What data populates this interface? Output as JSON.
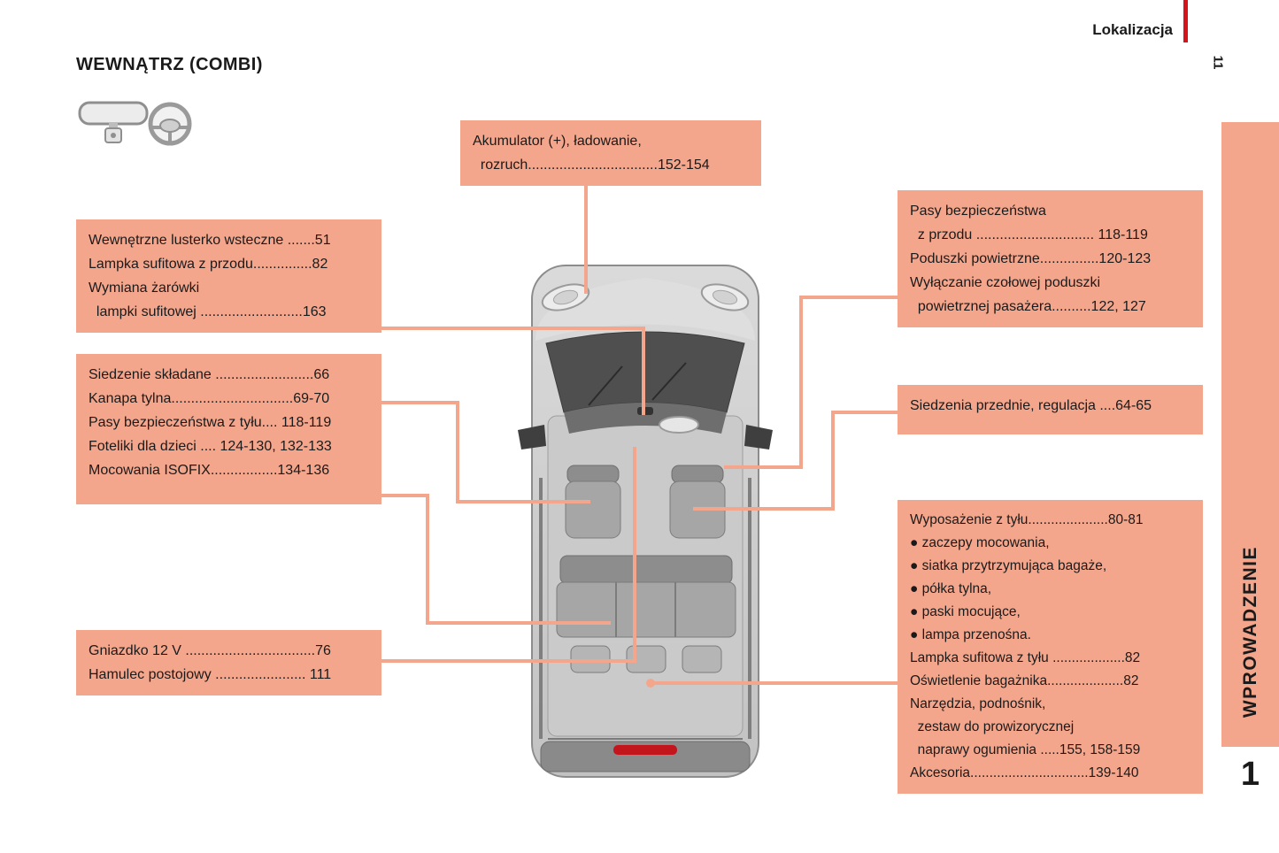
{
  "page": {
    "header_label": "Lokalizacja",
    "page_number": "11",
    "title": "WEWNĄTRZ (COMBI)",
    "chapter_tab": "WPROWADZENIE",
    "chapter_number": "1"
  },
  "colors": {
    "accent_salmon": "#f4a68c",
    "header_red": "#d8131c",
    "tail_light_red": "#c3161c",
    "text": "#1a1a1a"
  },
  "icons": {
    "mirror_icon": "rear-view-mirror",
    "wheel_icon": "steering-wheel"
  },
  "callouts": {
    "battery": {
      "lines": [
        "Akumulator (+), ładowanie,",
        "  rozruch.................................152-154"
      ]
    },
    "front_ceiling": {
      "lines": [
        "Wewnętrzne lusterko wsteczne .......51",
        "Lampka sufitowa z przodu...............82",
        "Wymiana żarówki",
        "  lampki sufitowej ..........................163"
      ]
    },
    "folding_seats": {
      "lines": [
        "Siedzenie składane .........................66",
        "Kanapa tylna...............................69-70",
        "Pasy bezpieczeństwa z tyłu.... 118-119",
        "Foteliki dla dzieci .... 124-130, 132-133",
        "Mocowania ISOFIX.................134-136"
      ]
    },
    "power_socket": {
      "lines": [
        "Gniazdko 12 V .................................76",
        "Hamulec postojowy ....................... 111"
      ]
    },
    "front_safety": {
      "lines": [
        "Pasy bezpieczeństwa",
        "  z przodu .............................. 118-119",
        "Poduszki powietrzne...............120-123",
        "Wyłączanie czołowej poduszki",
        "  powietrznej pasażera..........122, 127"
      ]
    },
    "front_seats": {
      "lines": [
        "Siedzenia przednie, regulacja ....64-65"
      ]
    },
    "rear_equipment": {
      "lines": [
        "Wyposażenie z tyłu.....................80-81",
        "● zaczepy mocowania,",
        "● siatka przytrzymująca bagaże,",
        "● półka tylna,",
        "● paski mocujące,",
        "● lampa przenośna.",
        "Lampka sufitowa z tyłu ...................82",
        "Oświetlenie bagażnika....................82",
        "Narzędzia, podnośnik,",
        "  zestaw do prowizorycznej",
        "  naprawy ogumienia .....155, 158-159",
        "Akcesoria...............................139-140"
      ]
    }
  }
}
